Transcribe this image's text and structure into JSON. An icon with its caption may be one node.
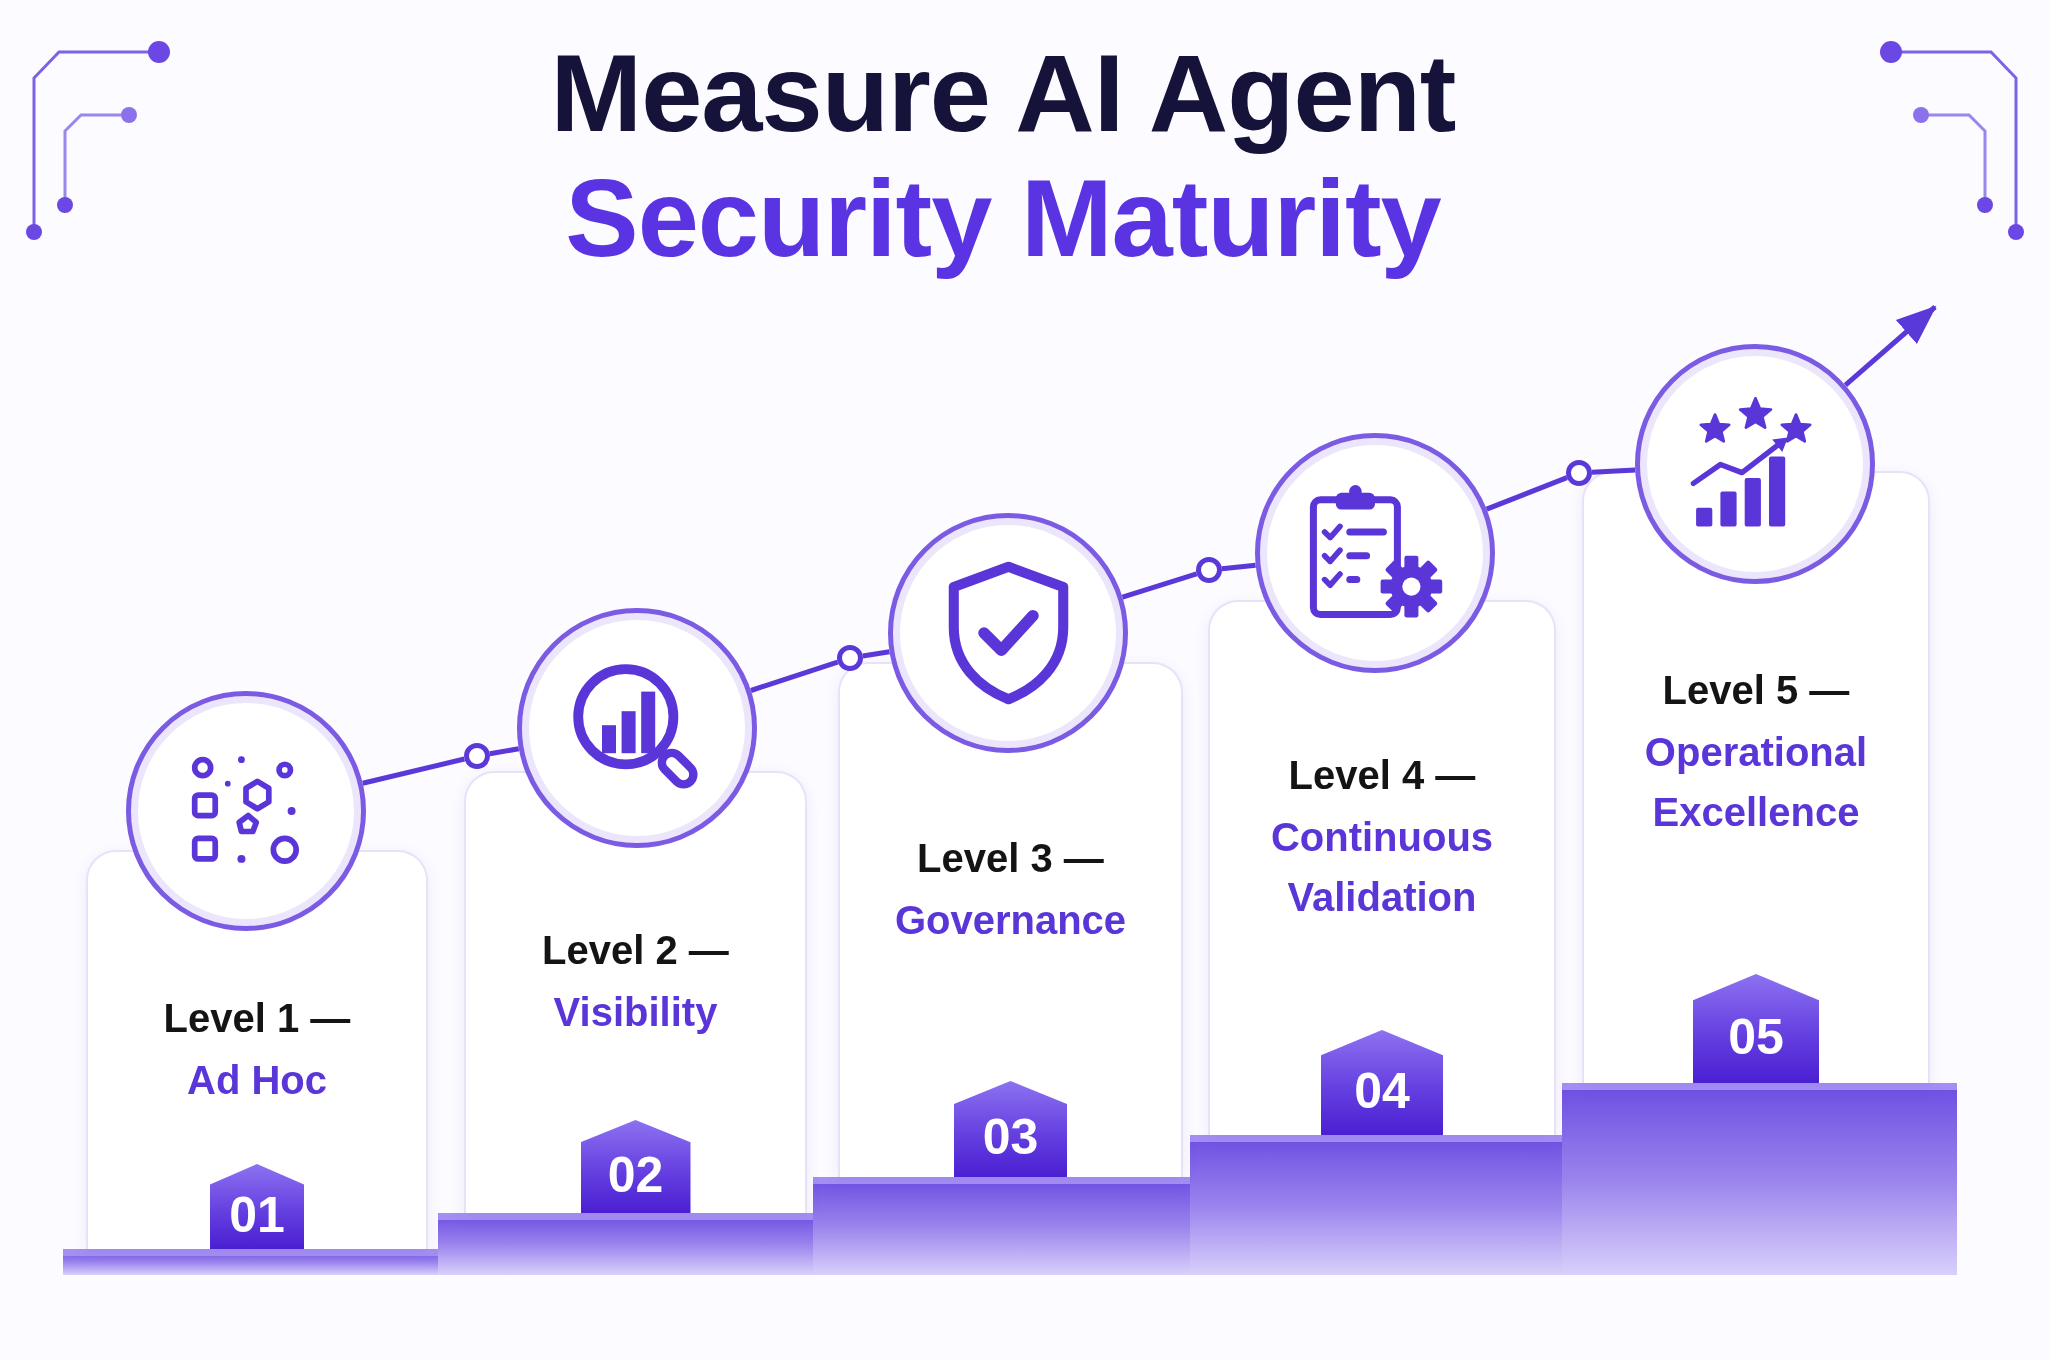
{
  "diagram": {
    "title": "Measure AI Agent Security Maturity",
    "nodes": [
      {
        "text": [],
        "shape": "circle"
      },
      {
        "text": [
          "Level 1 —",
          "Ad Hoc"
        ]
      },
      {
        "text": [
          "01"
        ],
        "in": 1
      },
      {
        "text": [],
        "shape": "circle"
      },
      {
        "text": [],
        "shape": "circle"
      },
      {
        "text": [
          "Level 2 —",
          "Visibility"
        ]
      },
      {
        "text": [
          "02"
        ],
        "in": 5
      },
      {
        "text": [],
        "shape": "circle"
      },
      {
        "text": [],
        "shape": "circle"
      },
      {
        "text": [
          "Level 3 —",
          "Governance"
        ]
      },
      {
        "text": [
          "03"
        ],
        "in": 9
      },
      {
        "text": [],
        "shape": "circle"
      },
      {
        "text": [],
        "shape": "circle"
      },
      {
        "text": [
          "Level 4 —",
          "Continuous Validation"
        ]
      },
      {
        "text": [
          "04"
        ],
        "in": 13
      },
      {
        "text": [],
        "shape": "circle"
      },
      {
        "text": [],
        "shape": "circle"
      },
      {
        "text": [
          "Level 5 —",
          "Operational Excellence"
        ]
      },
      {
        "text": [
          "05"
        ],
        "in": 17
      }
    ],
    "edges": [
      {
        "from": 0,
        "to": 3,
        "arrow": "none"
      },
      {
        "from": 3,
        "to": 4,
        "arrow": "none"
      },
      {
        "from": 4,
        "to": 7,
        "arrow": "none"
      },
      {
        "from": 7,
        "to": 8,
        "arrow": "none"
      },
      {
        "from": 8,
        "to": 11,
        "arrow": "none"
      },
      {
        "from": 11,
        "to": 12,
        "arrow": "none"
      },
      {
        "from": 12,
        "to": 15,
        "arrow": "none"
      },
      {
        "from": 15,
        "to": 16,
        "arrow": "none"
      },
      {
        "from": 16,
        "to": null,
        "arrow": "to"
      }
    ]
  }
}
